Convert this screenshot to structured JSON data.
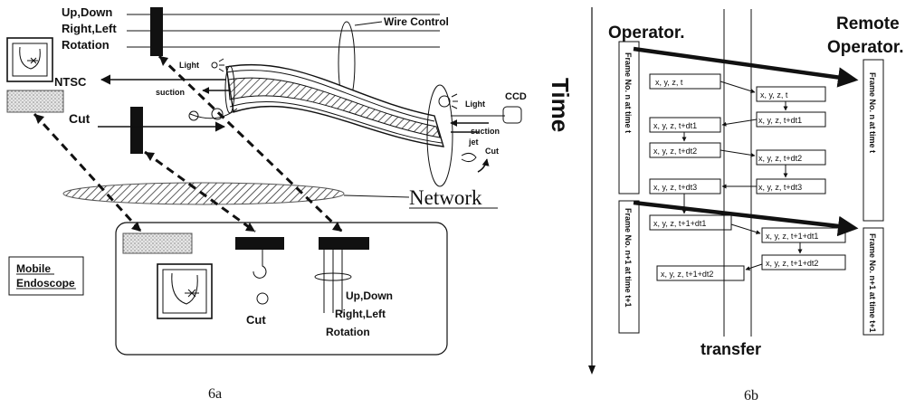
{
  "panel_a": {
    "caption": "6a",
    "control_top_line1": "Up,Down",
    "control_top_line2": "Right,Left",
    "control_top_line3": "Rotation",
    "wire_control": "Wire Control",
    "light_left": "Light",
    "light_right": "Light",
    "suction_left": "suction",
    "suction_right": "suction",
    "jet": "jet",
    "ccd": "CCD",
    "ntsc": "NTSC",
    "cut_left": "Cut",
    "cut_right": "Cut",
    "time": "Time",
    "network": "Network",
    "mobile_line1": "Mobile",
    "mobile_line2": "Endoscope",
    "cut_bottom": "Cut",
    "ctrl_bottom_line1": "Up,Down",
    "ctrl_bottom_line2": "Right,Left",
    "ctrl_bottom_line3": "Rotation"
  },
  "panel_b": {
    "caption": "6b",
    "operator": "Operator.",
    "remote_line1": "Remote",
    "remote_line2": "Operator.",
    "transfer": "transfer",
    "frame_left_1": "Frame No. n at time t",
    "frame_left_2": "Frame No. n+1 at time t+1",
    "frame_right_1": "Frame No. n at time t",
    "frame_right_2": "Frame No. n+1 at time t+1",
    "left_boxes": [
      "x, y, z,    t",
      "x, y, z,    t+dt1",
      "x, y, z,    t+dt2",
      "x, y, z,    t+dt3",
      "x, y, z,    t+1+dt1",
      "x, y, z,    t+1+dt2"
    ],
    "right_boxes": [
      "x, y, z,    t",
      "x, y, z,    t+dt1",
      "x, y, z,    t+dt2",
      "x, y, z,    t+dt3",
      "x, y, z,    t+1+dt1",
      "x, y, z,    t+1+dt2"
    ]
  }
}
